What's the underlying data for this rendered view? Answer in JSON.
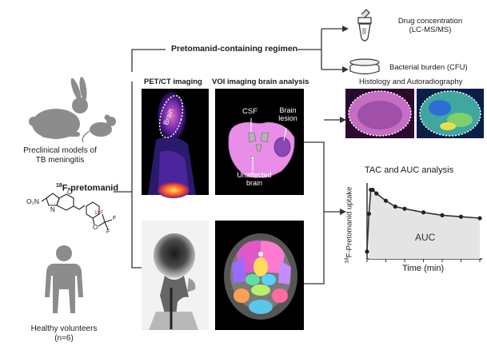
{
  "regimen": {
    "title": "Pretomanid-containing regimen"
  },
  "outcomes": {
    "drug_concentration": {
      "line1": "Drug concentration",
      "line2": "(LC-MS/MS)"
    },
    "bacterial_burden": "Bacterial burden (CFU)",
    "histology": "Histology and Autoradiography"
  },
  "preclinical": {
    "line1": "Preclinical models of",
    "line2": "TB meningitis"
  },
  "tracer": {
    "mass": "18",
    "name": "F-pretomanid"
  },
  "molecule": {
    "no2": "O₂N",
    "n_label": "N",
    "o_label": "O",
    "o2_label": "O",
    "f18": "18F",
    "f1": "F",
    "f2": "F"
  },
  "volunteers": {
    "line1": "Healthy volunteers",
    "line2": "(n=6)"
  },
  "imaging": {
    "pet_ct_title": "PET/CT imaging",
    "voi_title": "VOI imaging brain analysis",
    "brain_label": "Brain",
    "csf_label": "CSF",
    "lesion_line1": "Brain",
    "lesion_line2": "lesion",
    "unaffected_line1": "Unaffected",
    "unaffected_line2": "brain"
  },
  "tac": {
    "title": "TAC and AUC analysis",
    "ylabel_sup": "18",
    "ylabel": "F-Pretomanid uptake",
    "xlabel": "Time (min)",
    "auc_label": "AUC"
  },
  "chart_data": {
    "type": "line",
    "title": "TAC and AUC analysis",
    "xlabel": "Time (min)",
    "ylabel": "18F-Pretomanid uptake",
    "x": [
      0,
      1,
      2,
      3,
      5,
      10,
      15,
      20,
      30,
      40,
      50,
      60
    ],
    "series": [
      {
        "values": [
          0.1,
          0.62,
          0.95,
          0.95,
          0.9,
          0.8,
          0.72,
          0.69,
          0.64,
          0.6,
          0.58,
          0.56
        ]
      }
    ],
    "xlim": [
      0,
      60
    ],
    "ylim": [
      0,
      1
    ],
    "area_filled": true
  },
  "colors": {
    "line": "#333333",
    "auc_fill": "#e4e4e4",
    "tracer_red": "#c0143c",
    "brain_pink": "#e98ee8",
    "lesion_purple": "#8a46b4",
    "panel_black": "#000000"
  }
}
